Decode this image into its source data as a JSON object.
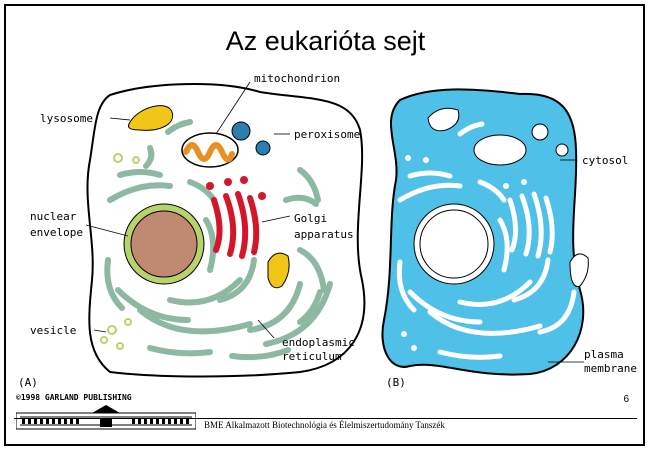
{
  "slide": {
    "title": "Az eukarióta sejt",
    "page_number": "6",
    "copyright": "©1998 GARLAND PUBLISHING",
    "footer": "BME Alkalmazott Biotechnológia és Élelmiszertudomány Tanszék"
  },
  "figure": {
    "panel_a": "(A)",
    "panel_b": "(B)",
    "labels": {
      "mitochondrion": "mitochondrion",
      "lysosome": "lysosome",
      "peroxisome": "peroxisome",
      "nuclear_1": "nuclear",
      "nuclear_2": "envelope",
      "golgi_1": "Golgi",
      "golgi_2": "apparatus",
      "vesicle": "vesicle",
      "er_1": "endoplasmic",
      "er_2": "reticulum",
      "cytosol": "cytosol",
      "plasma_1": "plasma",
      "plasma_2": "membrane"
    }
  },
  "colors": {
    "cell_outline": "#000000",
    "nucleus": "#c08a72",
    "nuclear_envelope": "#b7d36b",
    "er": "#8db8a2",
    "mitochondrion": "#e89020",
    "lysosome": "#f2c617",
    "peroxisome": "#2a7fb0",
    "golgi": "#d4162a",
    "cytosol": "#4fc0e8"
  }
}
